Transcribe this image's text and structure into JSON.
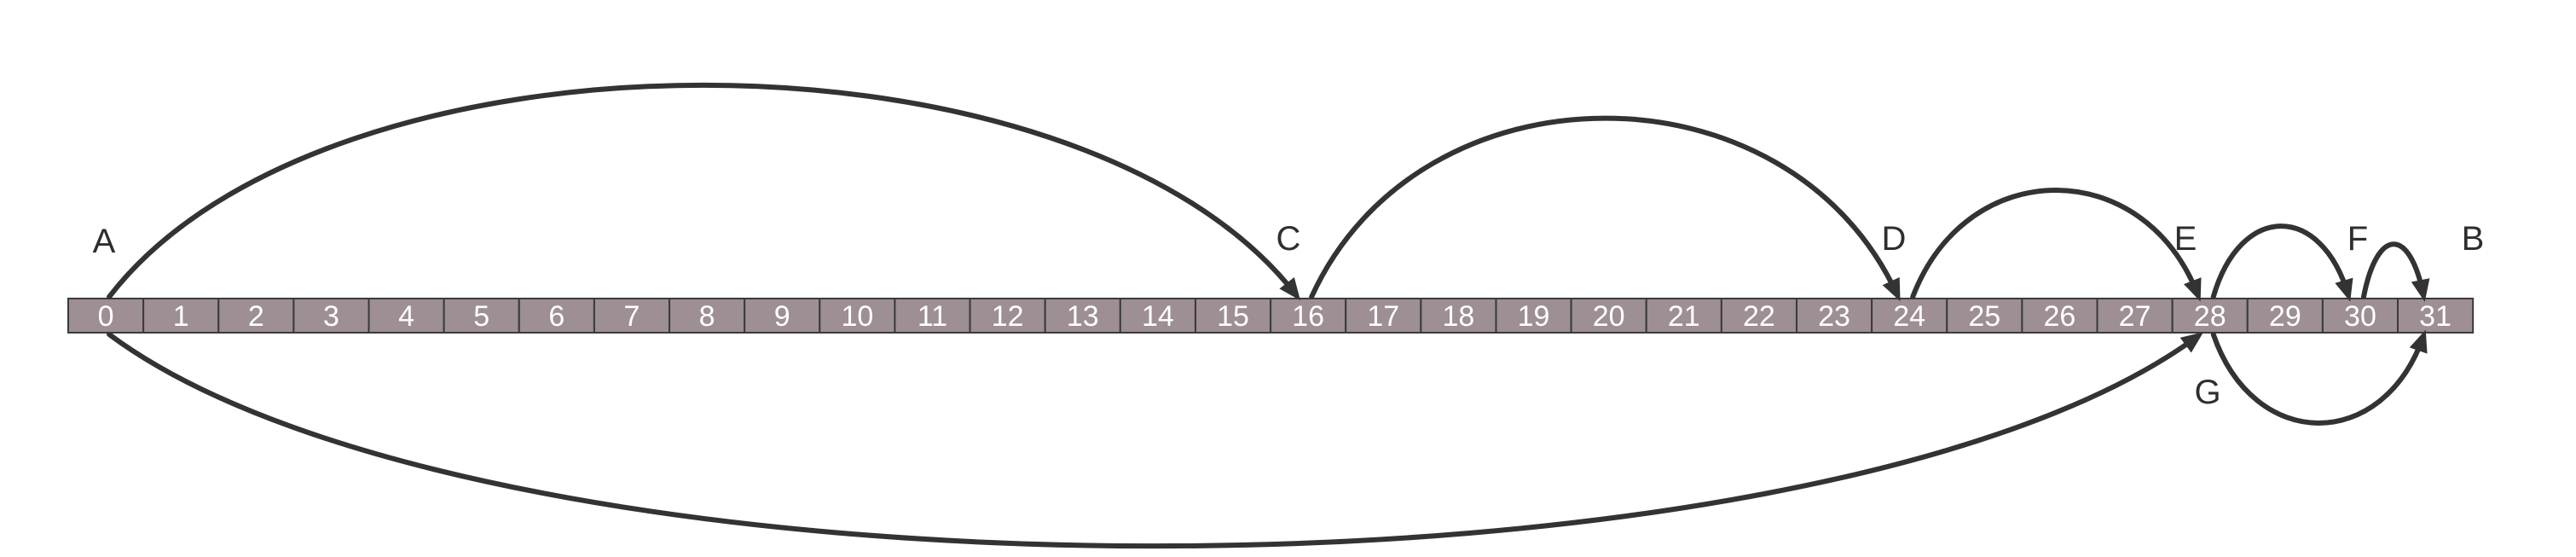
{
  "cells": [
    "0",
    "1",
    "2",
    "3",
    "4",
    "5",
    "6",
    "7",
    "8",
    "9",
    "10",
    "11",
    "12",
    "13",
    "14",
    "15",
    "16",
    "17",
    "18",
    "19",
    "20",
    "21",
    "22",
    "23",
    "24",
    "25",
    "26",
    "27",
    "28",
    "29",
    "30",
    "31"
  ],
  "labels": [
    {
      "id": "A",
      "text": "A",
      "cell": 0
    },
    {
      "id": "C",
      "text": "C",
      "cell": 16
    },
    {
      "id": "D",
      "text": "D",
      "cell": 24
    },
    {
      "id": "E",
      "text": "E",
      "cell": 28
    },
    {
      "id": "F",
      "text": "F",
      "cell": 30
    },
    {
      "id": "B",
      "text": "B",
      "cell": 31
    },
    {
      "id": "G",
      "text": "G",
      "cell": 28
    }
  ],
  "edges": [
    {
      "from": 0,
      "to": 16,
      "side": "top"
    },
    {
      "from": 16,
      "to": 24,
      "side": "top"
    },
    {
      "from": 24,
      "to": 28,
      "side": "top"
    },
    {
      "from": 28,
      "to": 30,
      "side": "top"
    },
    {
      "from": 30,
      "to": 31,
      "side": "top"
    },
    {
      "from": 0,
      "to": 28,
      "side": "bottom"
    },
    {
      "from": 28,
      "to": 31,
      "side": "bottom"
    }
  ],
  "colors": {
    "cell_fill": "#9d8f93",
    "stroke": "#333333",
    "label": "#2e2e2e"
  }
}
